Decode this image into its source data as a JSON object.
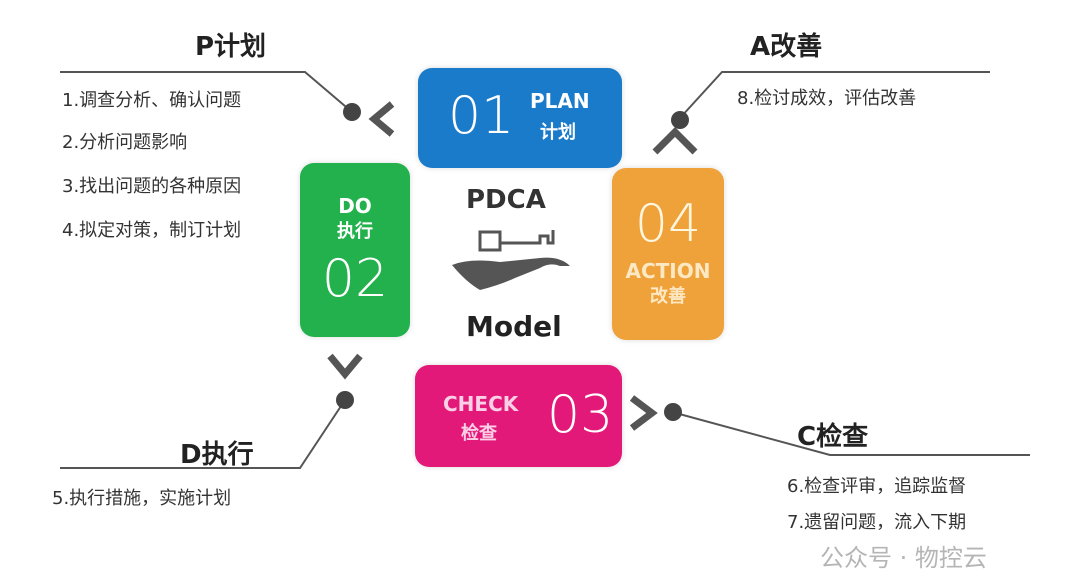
{
  "plan": {
    "title": "P计划",
    "items": [
      "1.调查分析、确认问题",
      "2.分析问题影响",
      "3.找出问题的各种原因",
      "4.拟定对策，制订计划"
    ],
    "box": {
      "num": "01",
      "en": "PLAN",
      "cn": "计划"
    }
  },
  "do": {
    "title": "D执行",
    "items": [
      "5.执行措施，实施计划"
    ],
    "box": {
      "num": "02",
      "en": "DO",
      "cn": "执行"
    }
  },
  "check": {
    "title": "C检查",
    "items": [
      "6.检查评审，追踪监督",
      "7.遗留问题，流入下期"
    ],
    "box": {
      "num": "03",
      "en": "CHECK",
      "cn": "检查"
    }
  },
  "action": {
    "title": "A改善",
    "items": [
      "8.检讨成效，评估改善"
    ],
    "box": {
      "num": "04",
      "en": "ACTION",
      "cn": "改善"
    }
  },
  "center": {
    "top": "PDCA",
    "bottom": "Model"
  },
  "watermark": "公众号 · 物控云",
  "colors": {
    "plan": "#1b7bcb",
    "do": "#22b14c",
    "check": "#e3197a",
    "action": "#f0a23a"
  }
}
